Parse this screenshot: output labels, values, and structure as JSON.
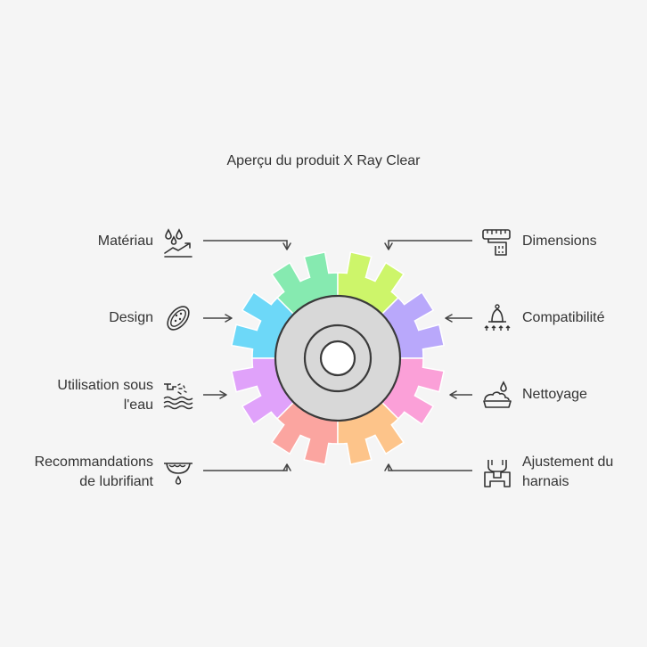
{
  "title": "Aperçu du produit X Ray Clear",
  "segments": [
    {
      "label": [
        "Matériau"
      ],
      "side": "left",
      "icon": "water-drops-icon",
      "color": "#86eab0"
    },
    {
      "label": [
        "Dimensions"
      ],
      "side": "right",
      "icon": "measuring-tape-icon",
      "color": "#cdf56a"
    },
    {
      "label": [
        "Design"
      ],
      "side": "left",
      "icon": "oval-pattern-icon",
      "color": "#6dd8f8"
    },
    {
      "label": [
        "Compatibilité"
      ],
      "side": "right",
      "icon": "device-fit-icon",
      "color": "#b9a8fb"
    },
    {
      "label": [
        "Utilisation sous",
        "l'eau"
      ],
      "side": "left",
      "icon": "shower-water-icon",
      "color": "#e0a2fa"
    },
    {
      "label": [
        "Nettoyage"
      ],
      "side": "right",
      "icon": "soap-foam-icon",
      "color": "#fba0d8"
    },
    {
      "label": [
        "Recommandations",
        "de lubrifiant"
      ],
      "side": "left",
      "icon": "dripping-bowl-icon",
      "color": "#fba5a0"
    },
    {
      "label": [
        "Ajustement du",
        "harnais"
      ],
      "side": "right",
      "icon": "harness-icon",
      "color": "#fdc48a"
    }
  ],
  "colors": {
    "hub": "#d8d8d8",
    "outline": "#3a3a3a",
    "background": "#f5f5f5"
  }
}
